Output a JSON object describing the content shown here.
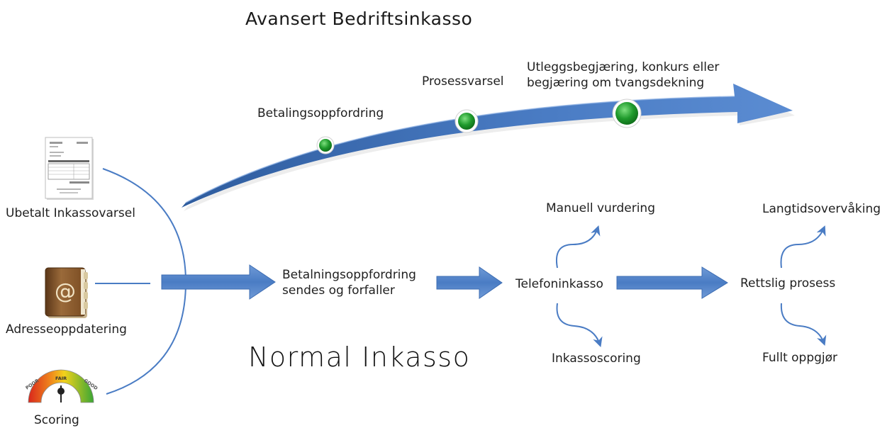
{
  "titles": {
    "advanced": "Avansert Bedriftsinkasso",
    "normal": "Normal Inkasso"
  },
  "inputs": [
    {
      "label": "Ubetalt Inkassovarsel",
      "icon": "invoice-document-icon"
    },
    {
      "label": "Adresseoppdatering",
      "icon": "address-book-icon"
    },
    {
      "label": "Scoring",
      "icon": "credit-score-gauge-icon",
      "gauge": {
        "poor": "POOR",
        "fair": "FAIR",
        "good": "GOOD"
      }
    }
  ],
  "advanced_steps": [
    {
      "label": "Betalingsoppfordring"
    },
    {
      "label": "Prosessvarsel"
    },
    {
      "line1": "Utleggsbegjæring, konkurs eller",
      "line2": "begjæring om tvangsdekning"
    }
  ],
  "normal_flow": {
    "step1_line1": "Betalningsoppfordring",
    "step1_line2": "sendes og forfaller",
    "telefon": "Telefoninkasso",
    "telefon_up": "Manuell vurdering",
    "telefon_down": "Inkassoscoring",
    "rettslig": "Rettslig prosess",
    "rettslig_up": "Langtidsovervåking",
    "rettslig_down": "Fullt oppgjør"
  },
  "colors": {
    "arrow_blue": "#4a7cc4",
    "arrow_blue_dark": "#2e5c9e",
    "node_green": "#1f9a2c",
    "node_green_light": "#7ee07f"
  }
}
